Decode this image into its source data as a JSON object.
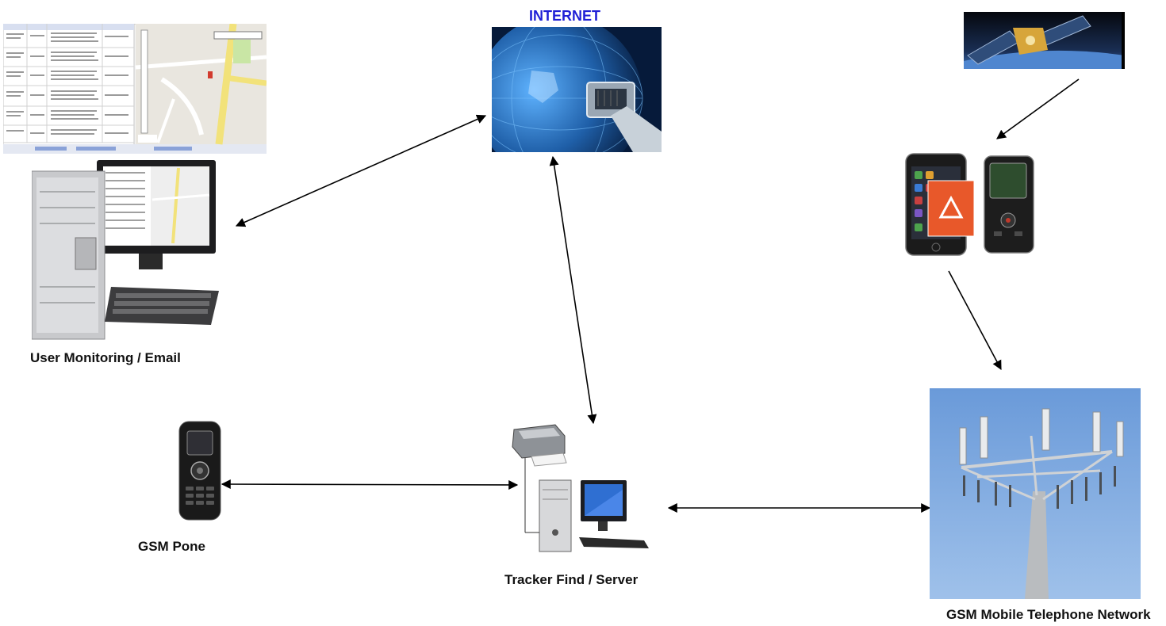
{
  "labels": {
    "internet": "INTERNET",
    "user_monitoring": "User Monitoring / Email",
    "gsm_phone": "GSM Pone",
    "tracker_server": "Tracker Find / Server",
    "gsm_network": "GSM Mobile Telephone Network"
  },
  "colors": {
    "internet_title": "#1f1fd6",
    "arrow": "#000000",
    "globe_dark": "#061a3a",
    "globe_light": "#2a7fd0",
    "sky": "#4f86cf",
    "orange_device": "#e8582a",
    "map_road": "#f2e27a"
  }
}
